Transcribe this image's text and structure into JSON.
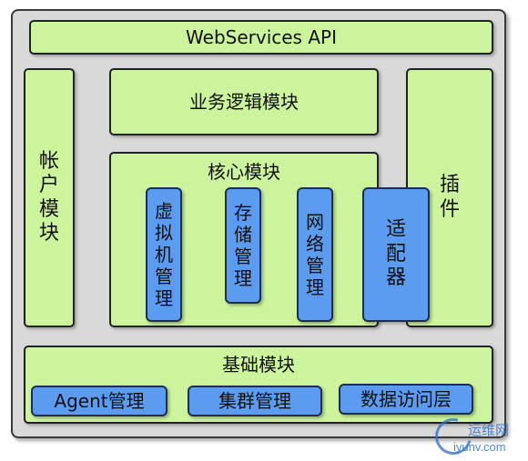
{
  "diagram": {
    "api": "WebServices API",
    "account": "帐户模块",
    "business": "业务逻辑模块",
    "plugin": "插件",
    "core": {
      "title": "核心模块",
      "vm": "虚拟机管理",
      "storage": "存储管理",
      "network": "网络管理",
      "adapter": "适配器"
    },
    "base": {
      "title": "基础模块",
      "agent": "Agent管理",
      "cluster": "集群管理",
      "data_access": "数据访问层"
    }
  },
  "watermark": {
    "cn": "运维网",
    "en": "iyunv.com"
  },
  "colors": {
    "module": "#ccf49c",
    "component": "#5b9bf0",
    "frame": "#d9d9d9"
  }
}
